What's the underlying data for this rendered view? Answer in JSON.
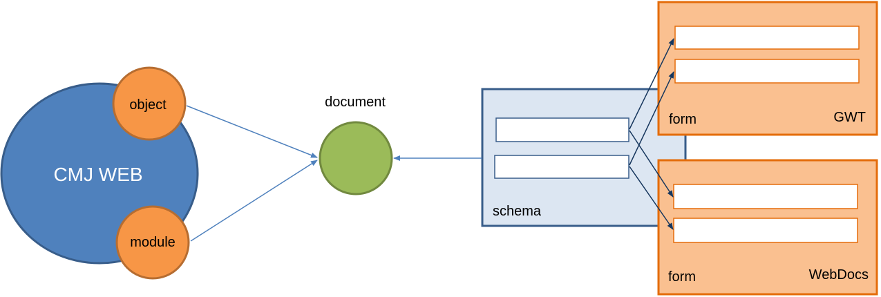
{
  "diagram": {
    "labels": {
      "cmj_web": "CMJ WEB",
      "object": "object",
      "module": "module",
      "document": "document",
      "schema": "schema",
      "form_gwt": "form",
      "gwt": "GWT",
      "form_webdocs": "form",
      "webdocs": "WebDocs"
    },
    "colors": {
      "cmj_fill": "#4f81bd",
      "cmj_stroke": "#385d8a",
      "node_fill": "#f79646",
      "node_stroke": "#b66d31",
      "document_fill": "#9bbb59",
      "document_stroke": "#71893f",
      "schema_fill": "#dce6f2",
      "schema_stroke": "#385d8a",
      "form_fill": "#fac090",
      "form_stroke": "#e46c0a",
      "arrow_light": "#4f81bd",
      "arrow_dark": "#17375e"
    }
  }
}
